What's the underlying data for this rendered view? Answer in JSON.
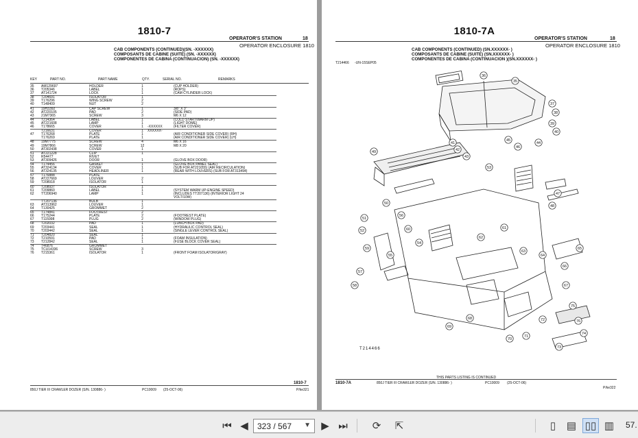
{
  "left_page": {
    "title": "1810-7",
    "station": "OPERATOR'S STATION",
    "station_no": "18",
    "enclosure": "OPERATOR ENCLOSURE 1810",
    "subtitles": [
      "CAB COMPONENTS (CONTINUED)(SN.  -XXXXXX)",
      "COMPOSANTS DE CABINE  (SUITE) (SN.  -XXXXXX)",
      "COMPONENTES DE CABINA (CONTINUACION) (SN.   -XXXXXX)"
    ],
    "columns": [
      "KEY",
      "PART NO.",
      "PART NAME",
      "QTY.",
      "SERIAL NO.",
      "REMARKS"
    ],
    "rows": [
      {
        "k": "35",
        "pn": "AM129697",
        "nm": "HOLDER",
        "q": "1",
        "s": "",
        "r": "(CUP HOLDER)",
        "sep": false
      },
      {
        "k": "36",
        "pn": "T205346",
        "nm": "LABEL",
        "q": "1",
        "s": "",
        "r": "(ROPS)",
        "sep": false
      },
      {
        "k": "37",
        "pn": "AT141724",
        "nm": "LOCK",
        "q": "1",
        "s": "",
        "r": "(CAM CYLINDER LOCK)",
        "sep": false
      },
      {
        "k": "38",
        "pn": "T204691",
        "nm": "ISOLATOR",
        "q": "1",
        "s": "",
        "r": "",
        "sep": true
      },
      {
        "k": "39",
        "pn": "T176296",
        "nm": "WING SCREW",
        "q": "2",
        "s": "",
        "r": "",
        "sep": false
      },
      {
        "k": "40",
        "pn": "T148409",
        "nm": "NUT",
        "q": "2",
        "s": "",
        "r": "",
        "sep": false
      },
      {
        "k": "41",
        "pn": "19H3392",
        "nm": "CAP SCREW",
        "q": "1",
        "s": "",
        "r": "3/8\" X 3\"",
        "sep": true
      },
      {
        "k": "42",
        "pn": "AT220105",
        "nm": "PAD",
        "q": "2",
        "s": "",
        "r": "(SIDE PAD)",
        "sep": false
      },
      {
        "k": "43",
        "pn": "21M7365",
        "nm": "SCREW",
        "q": "3",
        "s": "",
        "r": "M6 X 12",
        "sep": false
      },
      {
        "k": "44",
        "pn": "T214364",
        "nm": "LABEL",
        "q": "1",
        "s": "",
        "r": "(COLD START/WARM UP)",
        "sep": true
      },
      {
        "k": "45",
        "pn": "AT221608",
        "nm": "LAMP",
        "q": "1",
        "s": "",
        "r": "(LIGHT DOME)",
        "sep": false
      },
      {
        "k": "46",
        "pn": "T178665",
        "nm": "COVER",
        "q": "1",
        "s": "-XXXXXX",
        "r": "(FILTER COVER)",
        "sep": false
      },
      {
        "k": "",
        "pn": "T216631",
        "nm": "COVER",
        "q": "1",
        "s": "XXXXXX-",
        "r": "",
        "sep": true
      },
      {
        "k": "47",
        "pn": "T176268",
        "nm": "PLATE",
        "q": "1",
        "s": "",
        "r": "(AIR CONDITIONER SIDE COVER) (RH)",
        "sep": false
      },
      {
        "k": "",
        "pn": "T176269",
        "nm": "PLATE",
        "q": "1",
        "s": "",
        "r": "(AIR CONDITIONER SIDE COVER) (LH)",
        "sep": false
      },
      {
        "k": "48",
        "pn": "19M7775",
        "nm": "SCREW",
        "q": "4",
        "s": "",
        "r": "M6 X 16",
        "sep": true
      },
      {
        "k": "49",
        "pn": "19M7866",
        "nm": "SCREW",
        "q": "12",
        "s": "",
        "r": "M8 X 20",
        "sep": false
      },
      {
        "k": "50",
        "pn": "AT302438",
        "nm": "COVER",
        "q": "1",
        "s": "",
        "r": "",
        "sep": false
      },
      {
        "k": "51",
        "pn": "AT221228",
        "nm": "CLIP",
        "q": "1",
        "s": "",
        "r": "",
        "sep": true
      },
      {
        "k": "52",
        "pn": "R54477",
        "nm": "RIVET",
        "q": "",
        "s": "",
        "r": "",
        "sep": false
      },
      {
        "k": "53",
        "pn": "AT309426",
        "nm": "DOOR",
        "q": "1",
        "s": "",
        "r": "(GLOVE BOX DOOR)",
        "sep": false
      },
      {
        "k": "54",
        "pn": "T174456",
        "nm": "GASKET",
        "q": "1",
        "s": "",
        "r": "(GLOVE BOX PANEL SEAL)",
        "sep": true
      },
      {
        "k": "55",
        "pn": "AT324134",
        "nm": "COVER",
        "q": "1",
        "s": "",
        "r": "(SUB FOR AT221055) (AIR RECIRCULATION)",
        "sep": false
      },
      {
        "k": "56",
        "pn": "AT324135",
        "nm": "HEADLINER",
        "q": "1",
        "s": "",
        "r": "(REAR WITH LOUVERS) (SUB FOR AT313494)",
        "sep": false
      },
      {
        "k": "57",
        "pn": "T176888",
        "nm": "PLATE",
        "q": "",
        "s": "",
        "r": "",
        "sep": true
      },
      {
        "k": "58",
        "pn": "AT227669",
        "nm": "LOUVER",
        "q": "2",
        "s": "",
        "r": "",
        "sep": false
      },
      {
        "k": "59",
        "pn": "T208918",
        "nm": "ISOLATOR",
        "q": "1",
        "s": "",
        "r": "",
        "sep": false
      },
      {
        "k": "60",
        "pn": "T208937",
        "nm": "ISOLATOR",
        "q": "1",
        "s": "",
        "r": "",
        "sep": true
      },
      {
        "k": "61",
        "pn": "T209860",
        "nm": "LABEL",
        "q": "1",
        "s": "",
        "r": "(SYSTEM WARM UP-ENGINE SPEED)",
        "sep": false
      },
      {
        "k": "62",
        "pn": "TT206940",
        "nm": "LAMP",
        "q": "1",
        "s": "",
        "r": "(INCLUDES TT207136) (INTERIOR LIGHT 24",
        "sep": false
      },
      {
        "k": "",
        "pn": "",
        "nm": "",
        "q": "",
        "s": "",
        "r": "   VOLT/10W)",
        "sep": false
      },
      {
        "k": "",
        "pn": "TT207136",
        "nm": "BULB",
        "q": "1",
        "s": "",
        "r": "",
        "sep": true
      },
      {
        "k": "63",
        "pn": "AT313962",
        "nm": "LOUVER",
        "q": "1",
        "s": "",
        "r": "",
        "sep": false
      },
      {
        "k": "64",
        "pn": "T130425",
        "nm": "GROMMET",
        "q": "2",
        "s": "",
        "r": "",
        "sep": false
      },
      {
        "k": "65",
        "pn": "T174841",
        "nm": "FOOTREST",
        "q": "2",
        "s": "",
        "r": "",
        "sep": true
      },
      {
        "k": "66",
        "pn": "T175244",
        "nm": "PLATE",
        "q": "2",
        "s": "",
        "r": "(FOOTREST PLATE)",
        "sep": false
      },
      {
        "k": "67",
        "pn": "T115998",
        "nm": "PLUG",
        "q": "2",
        "s": "",
        "r": "(WINDOW PLUG)",
        "sep": false
      },
      {
        "k": "68",
        "pn": "T202032",
        "nm": "PAD",
        "q": "1",
        "s": "",
        "r": "(LUNCH BOX PAD)",
        "sep": true
      },
      {
        "k": "69",
        "pn": "T203441",
        "nm": "SEAL",
        "q": "1",
        "s": "",
        "r": "(HYDRAULIC CONTROL SEAL)",
        "sep": false
      },
      {
        "k": "70",
        "pn": "T203442",
        "nm": "SEAL",
        "q": "1",
        "s": "",
        "r": "(SINGLE LEVER CONTROL SEAL)",
        "sep": false
      },
      {
        "k": "71",
        "pn": "T204820",
        "nm": "SEAL",
        "q": "1",
        "s": "",
        "r": "",
        "sep": true
      },
      {
        "k": "72",
        "pn": "T210591",
        "nm": "PAD",
        "q": "1",
        "s": "",
        "r": "(FOAM INSULATION)",
        "sep": false
      },
      {
        "k": "73",
        "pn": "T212842",
        "nm": "SEAL",
        "q": "1",
        "s": "",
        "r": "(FUSE BLOCK COVER SEAL)",
        "sep": false
      },
      {
        "k": "74",
        "pn": "T46876",
        "nm": "GROMMET",
        "q": "",
        "s": "",
        "r": "",
        "sep": true
      },
      {
        "k": "75",
        "pn": "TCU14336",
        "nm": "SCREW",
        "q": "3",
        "s": "",
        "r": "",
        "sep": false
      },
      {
        "k": "76",
        "pn": "T215361",
        "nm": "ISOLATOR",
        "q": "1",
        "s": "",
        "r": "(FRONT FOAM ISOLATOR/GRAY)",
        "sep": false
      }
    ],
    "footer_model": "850J TIER III CRAWLER DOZER (S/N. 130886-     )",
    "footer_pc": "PC10009",
    "footer_date": "(25-OCT-06)",
    "footer_page": "1810-7",
    "footer_file": "P/ke321"
  },
  "right_page": {
    "title": "1810-7A",
    "station": "OPERATOR'S STATION",
    "station_no": "18",
    "enclosure": "OPERATOR ENCLOSURE 1810",
    "subtitles": [
      "CAB COMPONENTS (CONTINUED) (SN.XXXXXX-     )",
      "COMPOSANTS DE CABINE (SUITE) (SN.XXXXXX-     )",
      "COMPONENTES DE CABINA (CONTINUACION )(SN.XXXXXX-     )"
    ],
    "fig_code": "T214466",
    "fig_date": "-UN-15SEP05",
    "fig_caption": "T214466",
    "continued": "THIS PARTS LISTING IS CONTINUED",
    "footer_page": "1810-7A",
    "footer_model": "850J TIER III CRAWLER DOZER (S/N. 130886-     )",
    "footer_pc": "PC10009",
    "footer_date": "(25-OCT-06)",
    "footer_file": "P/ke322",
    "callouts": [
      "35",
      "36",
      "37",
      "38",
      "39",
      "40",
      "41",
      "42",
      "43",
      "44",
      "45",
      "46",
      "47",
      "48",
      "49",
      "50",
      "51",
      "52",
      "53",
      "54",
      "55",
      "56",
      "57",
      "58",
      "59",
      "60",
      "61",
      "62",
      "63",
      "64",
      "65",
      "66",
      "67",
      "68",
      "69",
      "70",
      "71",
      "72",
      "73",
      "74",
      "75",
      "76"
    ]
  },
  "toolbar": {
    "page_current": "323 / 567",
    "zoom": "57."
  },
  "icons": [
    "first-page-icon",
    "prev-page-icon",
    "next-page-icon",
    "last-page-icon",
    "rotate-icon",
    "export-icon",
    "single-page-icon",
    "continuous-icon",
    "two-page-icon",
    "two-page-continuous-icon"
  ]
}
